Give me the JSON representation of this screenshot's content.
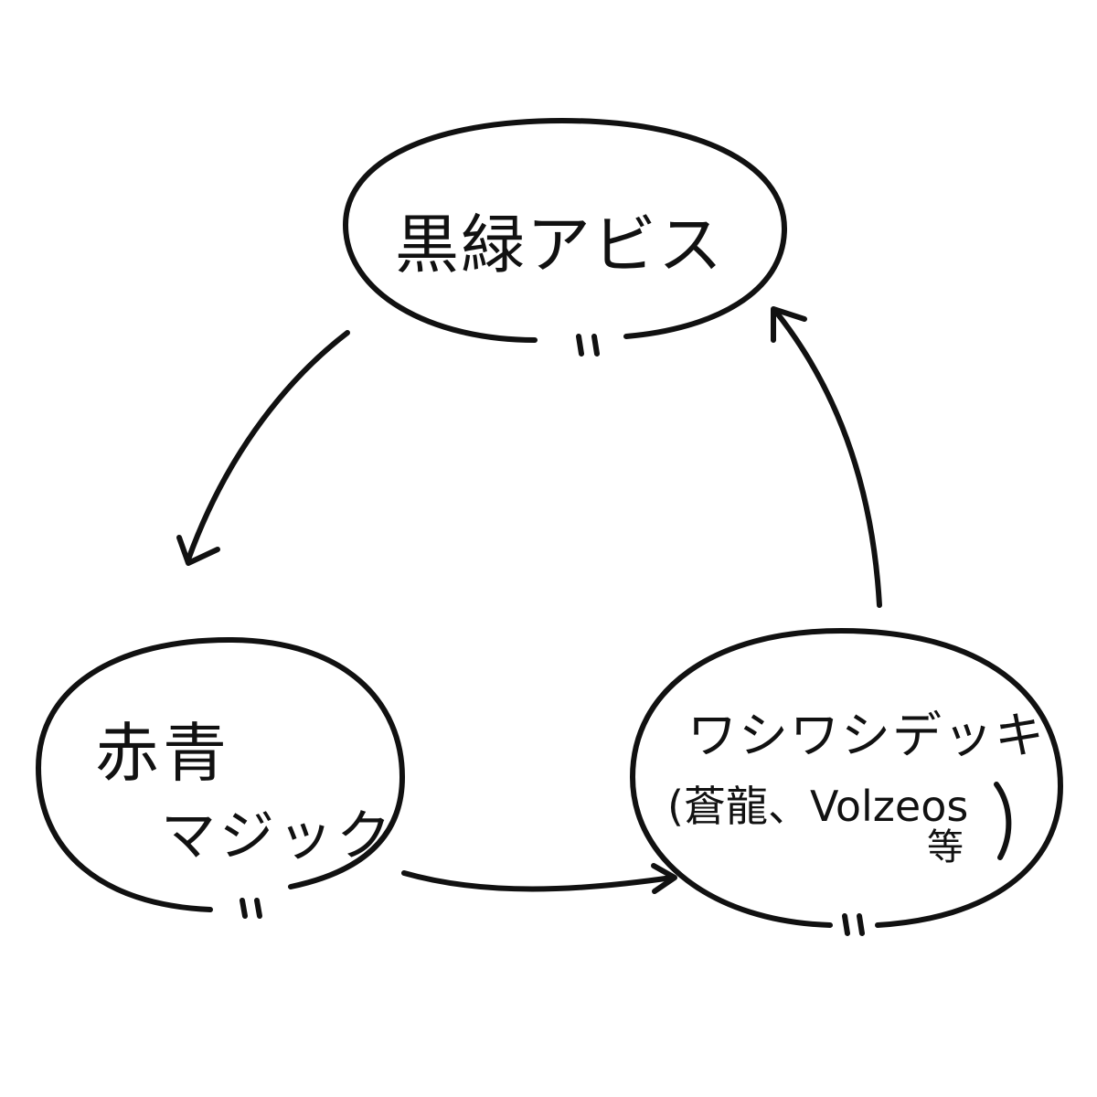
{
  "nodes": {
    "top": {
      "label": "黒緑アビス",
      "equals": "="
    },
    "left": {
      "line1": "赤青",
      "line2": "マジック",
      "equals": "="
    },
    "right": {
      "line1": "ワシワシデッキ",
      "line2": "(蒼龍、Volzeos",
      "line3": "等)",
      "equals": "="
    }
  },
  "edges": [
    {
      "from": "top",
      "to": "left"
    },
    {
      "from": "left",
      "to": "right"
    },
    {
      "from": "right",
      "to": "top"
    }
  ],
  "colors": {
    "ink": "#111111",
    "background": "#ffffff"
  }
}
